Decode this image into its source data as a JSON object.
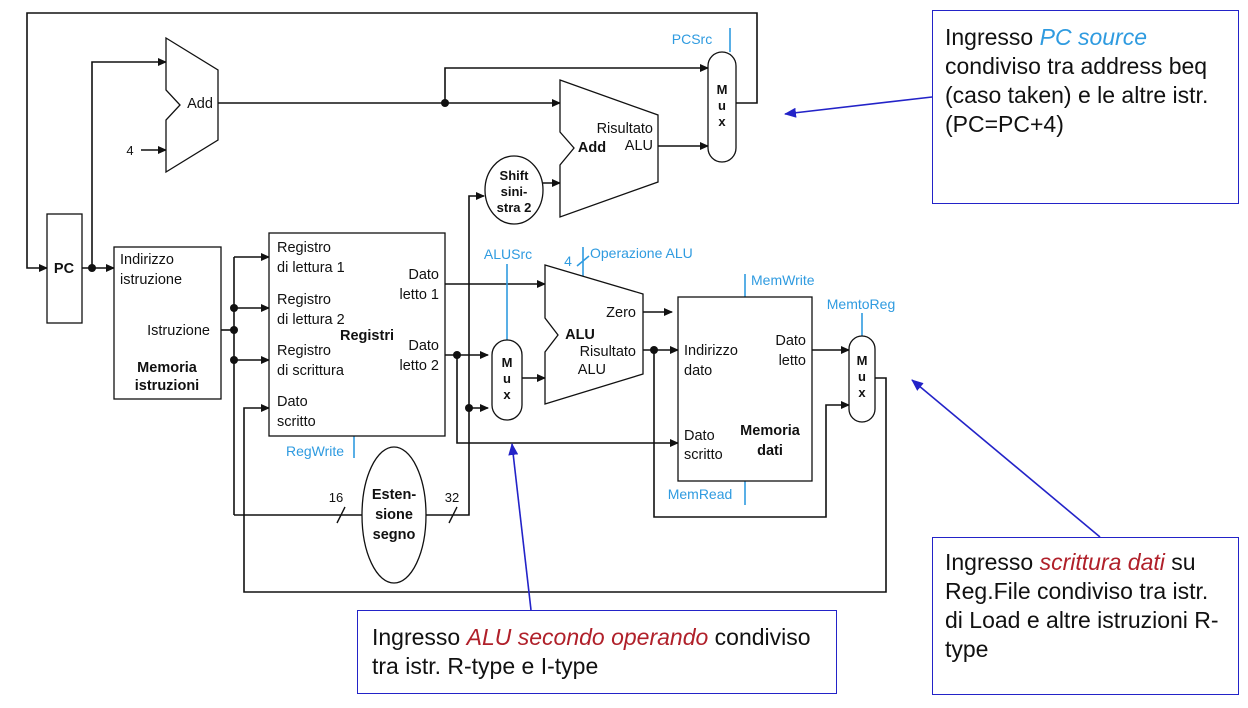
{
  "blocks": {
    "pc": "PC",
    "add_top": "Add",
    "four": "4",
    "alu_add": {
      "name": "Add",
      "result_line1": "Risultato",
      "result_line2": "ALU"
    },
    "shift": {
      "l1": "Shift",
      "l2": "sini-",
      "l3": "stra 2"
    },
    "instr_mem": {
      "addr_l1": "Indirizzo",
      "addr_l2": "istruzione",
      "out": "Istruzione",
      "name_l1": "Memoria",
      "name_l2": "istruzioni"
    },
    "registers": {
      "r1_l1": "Registro",
      "r1_l2": "di lettura 1",
      "r2_l1": "Registro",
      "r2_l2": "di lettura 2",
      "w_l1": "Registro",
      "w_l2": "di scrittura",
      "d_l1": "Dato",
      "d_l2": "scritto",
      "o1_l1": "Dato",
      "o1_l2": "letto 1",
      "o2_l1": "Dato",
      "o2_l2": "letto 2",
      "name": "Registri"
    },
    "alu": {
      "name": "ALU",
      "zero": "Zero",
      "result_l1": "Risultato",
      "result_l2": "ALU"
    },
    "data_mem": {
      "addr_l1": "Indirizzo",
      "addr_l2": "dato",
      "out_l1": "Dato",
      "out_l2": "letto",
      "in_l1": "Dato",
      "in_l2": "scritto",
      "name_l1": "Memoria",
      "name_l2": "dati"
    },
    "sign_ext": {
      "l1": "Esten-",
      "l2": "sione",
      "l3": "segno",
      "in_bits": "16",
      "out_bits": "32"
    },
    "mux_letters": [
      "M",
      "u",
      "x"
    ]
  },
  "control": {
    "pcsrc": "PCSrc",
    "alusrc": "ALUSrc",
    "aluop_bits": "4",
    "aluop": "Operazione ALU",
    "memwrite": "MemWrite",
    "memtoreg": "MemtoReg",
    "regwrite": "RegWrite",
    "memread": "MemRead"
  },
  "callouts": {
    "pc_source": {
      "pre": "Ingresso ",
      "hl": "PC source",
      "post": " condiviso tra address beq (caso taken) e le altre istr. (PC=PC+4)"
    },
    "alu_operand": {
      "pre": "Ingresso ",
      "hl": "ALU secondo operando",
      "post": " condiviso tra istr. R-type e I-type"
    },
    "write_data": {
      "pre": "Ingresso ",
      "hl": "scrittura dati",
      "post": " su Reg.File condiviso tra istr. di Load e altre istruzioni R-type"
    }
  },
  "colors": {
    "control": "#2f9be0",
    "callout_border": "#2323c8",
    "highlight_blue": "#2f9be0",
    "highlight_red": "#b0202a"
  }
}
